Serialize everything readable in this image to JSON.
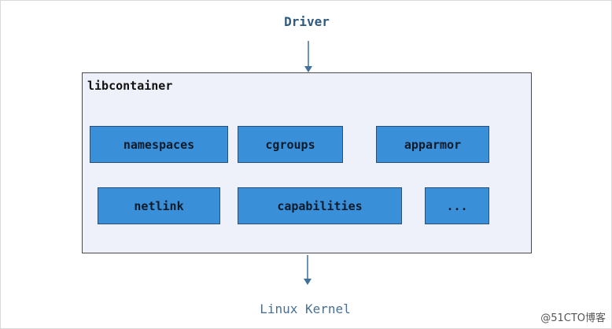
{
  "diagram": {
    "top_label": "Driver",
    "bottom_label": "Linux Kernel",
    "container": {
      "title": "libcontainer",
      "modules_row1": [
        "namespaces",
        "cgroups",
        "apparmor"
      ],
      "modules_row2": [
        "netlink",
        "capabilities",
        "..."
      ]
    },
    "colors": {
      "container_fill": "#eef1f9",
      "module_fill": "#3a8fd9",
      "arrow": "#3f6f9a"
    }
  },
  "watermark": "@51CTO博客"
}
